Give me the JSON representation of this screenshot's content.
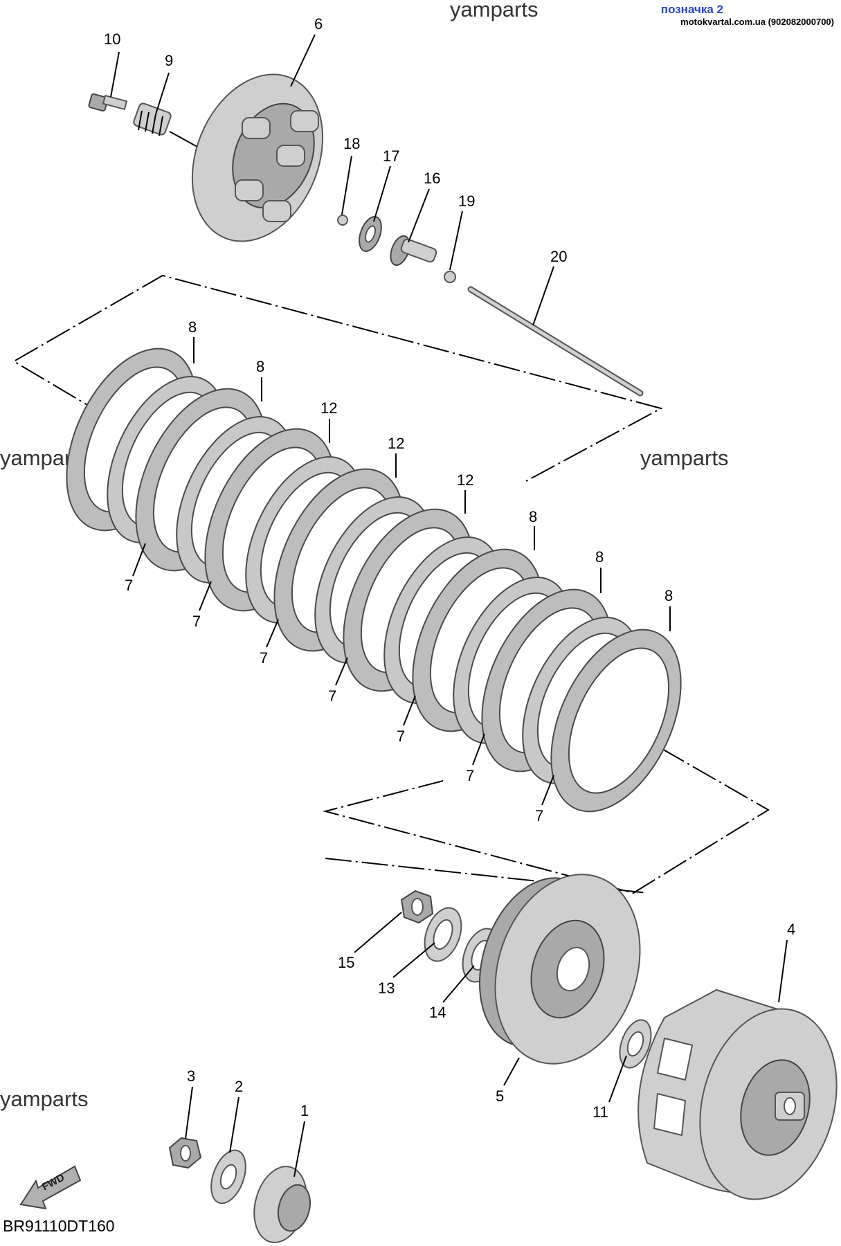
{
  "header": {
    "note": "позначка 2",
    "site": "motokvartal.com.ua (902082000700)"
  },
  "watermark": "yamparts",
  "diagram_code": "BR91110DT160",
  "fwd_label": "FWD",
  "callouts": [
    {
      "id": "c10",
      "text": "10"
    },
    {
      "id": "c9",
      "text": "9"
    },
    {
      "id": "c6",
      "text": "6"
    },
    {
      "id": "c18",
      "text": "18"
    },
    {
      "id": "c17",
      "text": "17"
    },
    {
      "id": "c16",
      "text": "16"
    },
    {
      "id": "c19",
      "text": "19"
    },
    {
      "id": "c20",
      "text": "20"
    },
    {
      "id": "c8a",
      "text": "8"
    },
    {
      "id": "c8b",
      "text": "8"
    },
    {
      "id": "c12a",
      "text": "12"
    },
    {
      "id": "c12b",
      "text": "12"
    },
    {
      "id": "c12c",
      "text": "12"
    },
    {
      "id": "c8c",
      "text": "8"
    },
    {
      "id": "c8d",
      "text": "8"
    },
    {
      "id": "c8e",
      "text": "8"
    },
    {
      "id": "c7a",
      "text": "7"
    },
    {
      "id": "c7b",
      "text": "7"
    },
    {
      "id": "c7c",
      "text": "7"
    },
    {
      "id": "c7d",
      "text": "7"
    },
    {
      "id": "c7e",
      "text": "7"
    },
    {
      "id": "c7f",
      "text": "7"
    },
    {
      "id": "c7g",
      "text": "7"
    },
    {
      "id": "c15",
      "text": "15"
    },
    {
      "id": "c13",
      "text": "13"
    },
    {
      "id": "c14",
      "text": "14"
    },
    {
      "id": "c4",
      "text": "4"
    },
    {
      "id": "c5",
      "text": "5"
    },
    {
      "id": "c11",
      "text": "11"
    },
    {
      "id": "c3",
      "text": "3"
    },
    {
      "id": "c2",
      "text": "2"
    },
    {
      "id": "c1",
      "text": "1"
    }
  ]
}
